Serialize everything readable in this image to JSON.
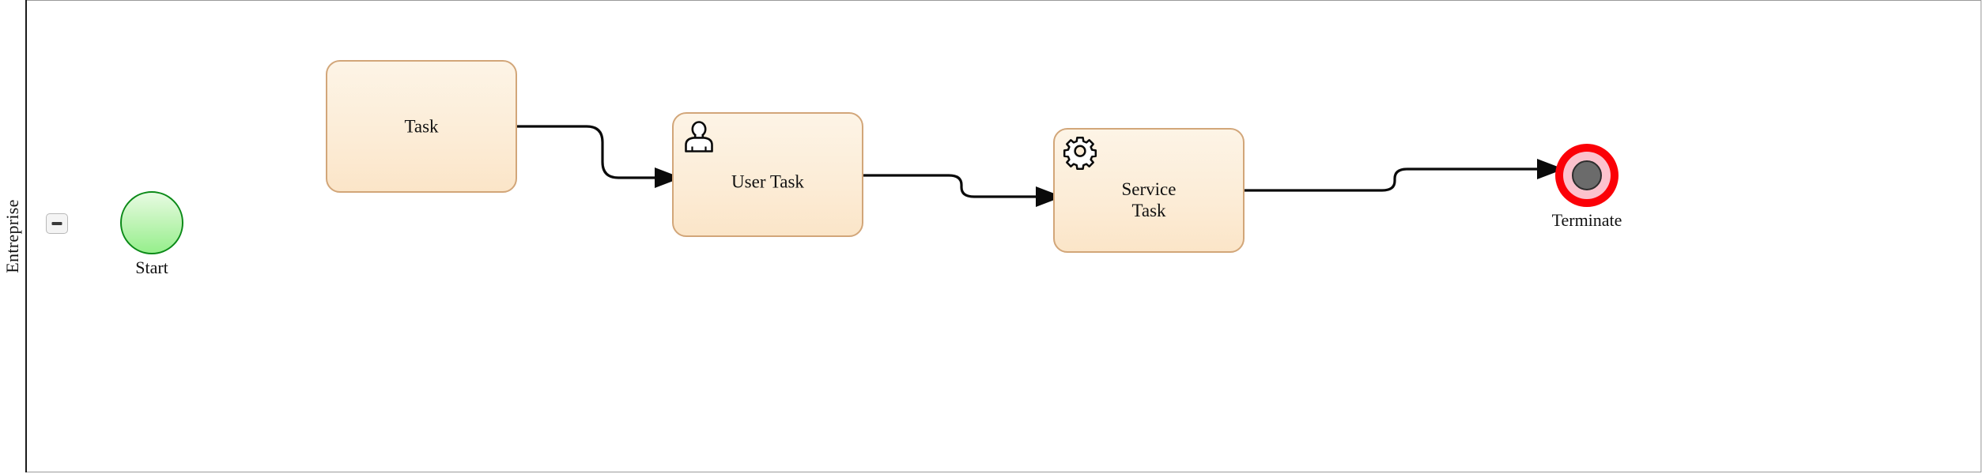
{
  "diagram": {
    "type": "bpmn-process",
    "pool": {
      "lane_label": "Entreprise",
      "collapse_button_icon": "minus-icon"
    }
  },
  "nodes": {
    "start_event": {
      "label": "Start",
      "type": "start-event",
      "fill": "#96ef8c",
      "stroke": "#0b8a18"
    },
    "task_plain": {
      "label": "Task",
      "type": "task",
      "fill": "#fcecd6",
      "stroke": "#d2a679"
    },
    "task_user": {
      "label": "User Task",
      "type": "user-task",
      "icon": "user-icon",
      "fill": "#fcecd6",
      "stroke": "#d2a679"
    },
    "task_service": {
      "label": "Service\nTask",
      "label_line1": "Service",
      "label_line2": "Task",
      "type": "service-task",
      "icon": "gear-icon",
      "fill": "#fcecd6",
      "stroke": "#d2a679"
    },
    "end_event": {
      "label": "Terminate",
      "type": "terminate-end-event",
      "ring_color": "#fb0007",
      "band_color": "#fcc2cd",
      "core_color": "#6b6b6b"
    }
  },
  "flows": [
    {
      "name": "flow-task-to-user-task",
      "from": "Task",
      "to": "User Task"
    },
    {
      "name": "flow-user-task-to-service",
      "from": "User Task",
      "to": "Service Task"
    },
    {
      "name": "flow-service-to-terminate",
      "from": "Service Task",
      "to": "Terminate"
    }
  ]
}
